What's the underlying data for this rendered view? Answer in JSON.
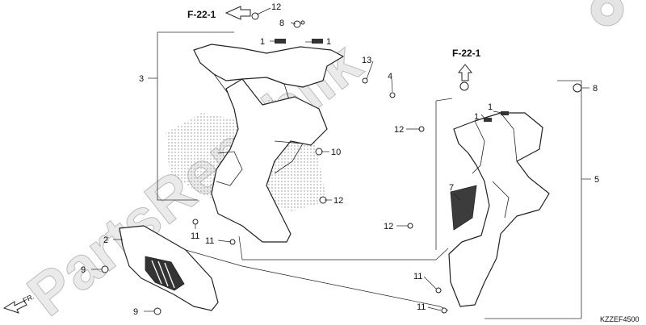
{
  "watermark": {
    "text": "PartsRepublik"
  },
  "refs": {
    "f22_left": "F-22-1",
    "f22_right": "F-22-1",
    "fr": "FR."
  },
  "diagram_code": "KZZEF4500",
  "callouts": {
    "c1a": "1",
    "c1b": "1",
    "c1c": "1",
    "c1d": "1",
    "c2": "2",
    "c3": "3",
    "c4": "4",
    "c5": "5",
    "c7": "7",
    "c8a": "8",
    "c8b": "8",
    "c9a": "9",
    "c9b": "9",
    "c10": "10",
    "c11a": "11",
    "c11b": "11",
    "c11c": "11",
    "c11d": "11",
    "c12a": "12",
    "c12b": "12",
    "c12c": "12",
    "c12d": "12",
    "c13": "13"
  },
  "colors": {
    "line": "#222222",
    "watermark": "#d9d9d9",
    "stipple": "#9a9a9a"
  }
}
